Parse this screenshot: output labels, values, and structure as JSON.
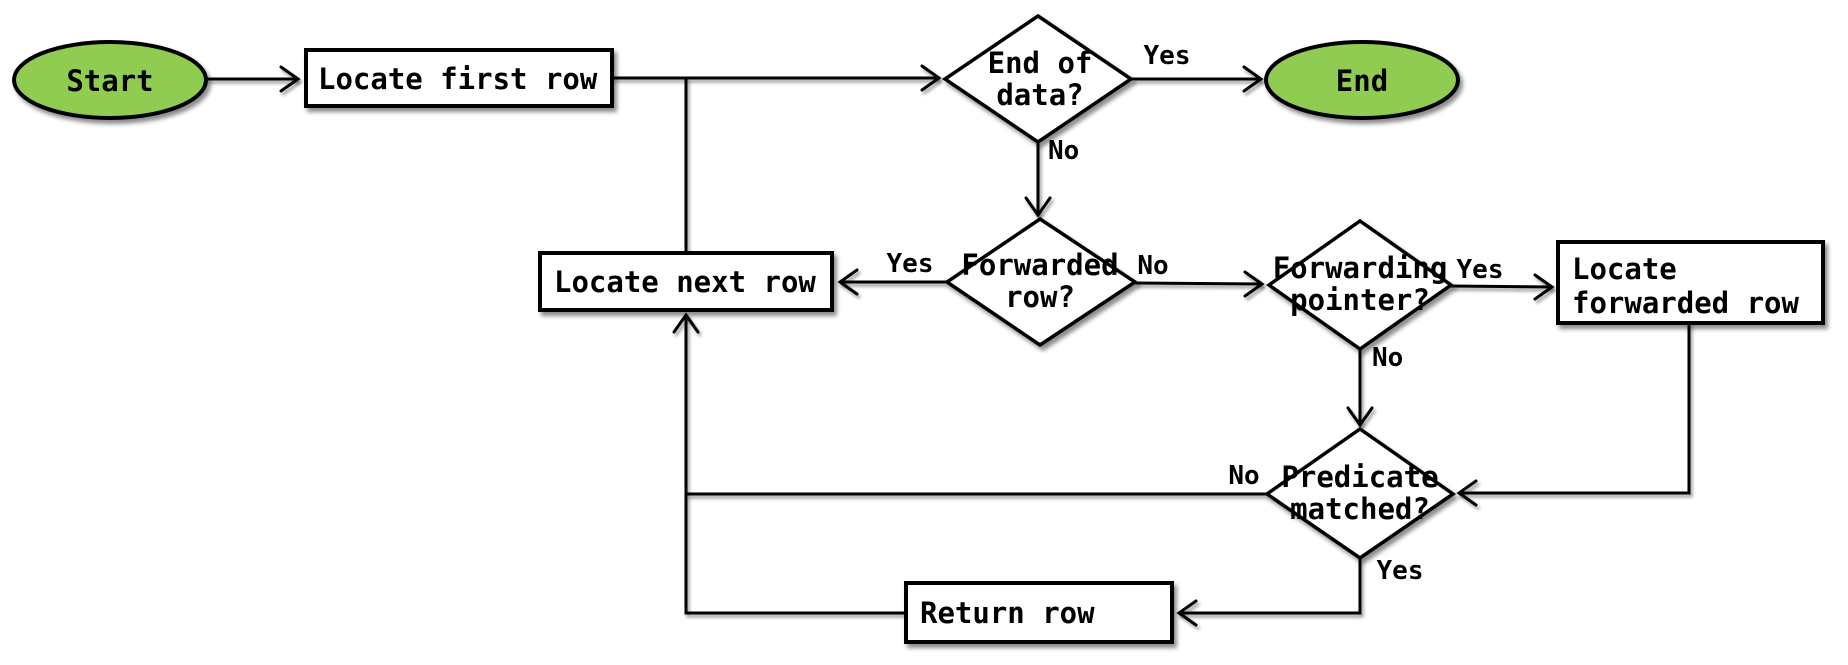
{
  "diagram": {
    "type": "flowchart",
    "background": "#ffffff",
    "stroke_color": "#000000",
    "text_color": "#000000",
    "terminator_fill": "#90cc52",
    "process_fill": "#ffffff",
    "nodes": {
      "start": {
        "type": "terminator",
        "label": "Start"
      },
      "locate_first_row": {
        "type": "process",
        "label": "Locate first row"
      },
      "end_of_data": {
        "type": "decision",
        "label_lines": [
          "End of",
          "data?"
        ]
      },
      "end": {
        "type": "terminator",
        "label": "End"
      },
      "forwarded_row": {
        "type": "decision",
        "label_lines": [
          "Forwarded",
          "row?"
        ]
      },
      "locate_next_row": {
        "type": "process",
        "label": "Locate next row"
      },
      "forwarding_pointer": {
        "type": "decision",
        "label_lines": [
          "Forwarding",
          "pointer?"
        ]
      },
      "locate_forwarded_row": {
        "type": "process",
        "label_lines": [
          "Locate",
          "forwarded row"
        ]
      },
      "predicate_matched": {
        "type": "decision",
        "label_lines": [
          "Predicate",
          "matched?"
        ]
      },
      "return_row": {
        "type": "process",
        "label": "Return row"
      }
    },
    "edges": [
      {
        "from": "start",
        "to": "locate_first_row",
        "label": ""
      },
      {
        "from": "locate_first_row",
        "to": "end_of_data",
        "label": ""
      },
      {
        "from": "locate_next_row",
        "to": "end_of_data",
        "label": ""
      },
      {
        "from": "end_of_data",
        "to": "end",
        "label": "Yes"
      },
      {
        "from": "end_of_data",
        "to": "forwarded_row",
        "label": "No"
      },
      {
        "from": "forwarded_row",
        "to": "locate_next_row",
        "label": "Yes"
      },
      {
        "from": "forwarded_row",
        "to": "forwarding_pointer",
        "label": "No"
      },
      {
        "from": "forwarding_pointer",
        "to": "locate_forwarded_row",
        "label": "Yes"
      },
      {
        "from": "forwarding_pointer",
        "to": "predicate_matched",
        "label": "No"
      },
      {
        "from": "locate_forwarded_row",
        "to": "predicate_matched",
        "label": ""
      },
      {
        "from": "predicate_matched",
        "to": "locate_next_row",
        "label": "No"
      },
      {
        "from": "predicate_matched",
        "to": "return_row",
        "label": "Yes"
      },
      {
        "from": "return_row",
        "to": "locate_next_row",
        "label": ""
      }
    ]
  }
}
